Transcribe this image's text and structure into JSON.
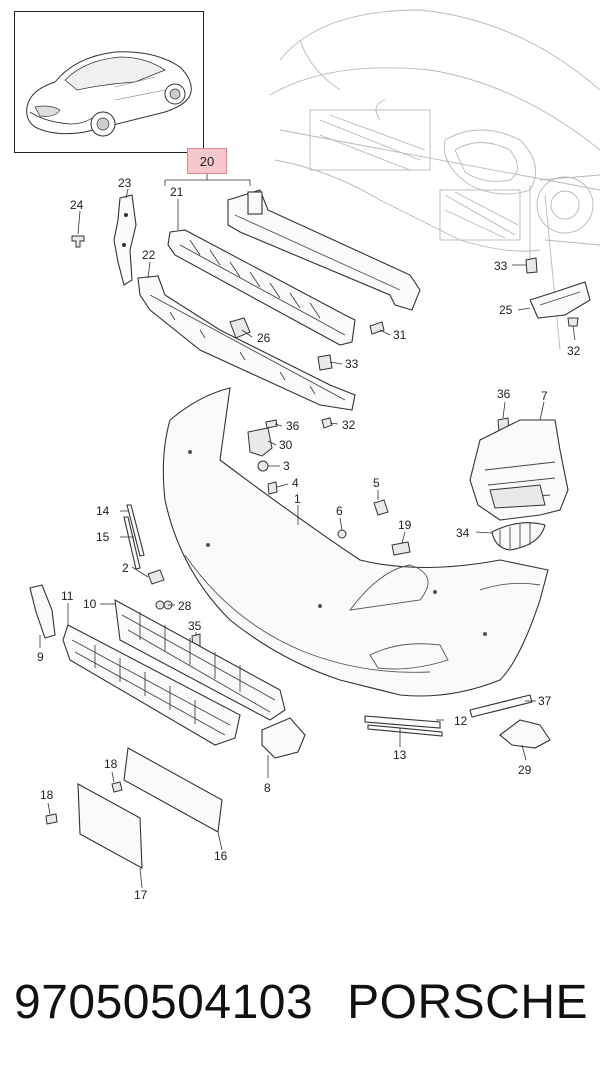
{
  "diagram": {
    "highlighted_callout": "20",
    "callouts": {
      "c1": "1",
      "c2": "2",
      "c3": "3",
      "c4": "4",
      "c5": "5",
      "c6": "6",
      "c7": "7",
      "c8": "8",
      "c9": "9",
      "c10": "10",
      "c11": "11",
      "c12": "12",
      "c13": "13",
      "c14": "14",
      "c15": "15",
      "c16": "16",
      "c17": "17",
      "c18a": "18",
      "c18b": "18",
      "c19": "19",
      "c21": "21",
      "c22": "22",
      "c23": "23",
      "c24": "24",
      "c25": "25",
      "c26": "26",
      "c28": "28",
      "c29": "29",
      "c30": "30",
      "c31": "31",
      "c32a": "32",
      "c32b": "32",
      "c33a": "33",
      "c33b": "33",
      "c34": "34",
      "c35": "35",
      "c36a": "36",
      "c36b": "36",
      "c37": "37"
    }
  },
  "footer": {
    "part_number": "97050504103",
    "brand": "PORSCHE"
  }
}
